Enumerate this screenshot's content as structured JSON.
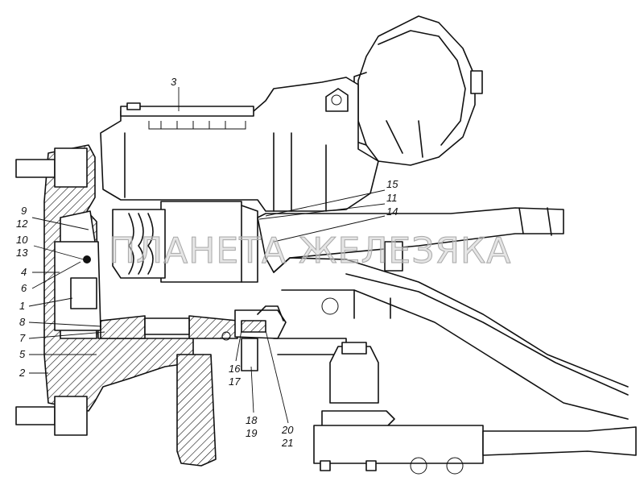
{
  "watermark": "ПЛАНЕТА ЖЕЛЕЗЯКА",
  "callouts": [
    {
      "id": "3",
      "label": "3"
    },
    {
      "id": "15",
      "label": "15"
    },
    {
      "id": "11",
      "label": "11"
    },
    {
      "id": "14",
      "label": "14"
    },
    {
      "id": "9",
      "label": "9"
    },
    {
      "id": "12",
      "label": "12"
    },
    {
      "id": "10",
      "label": "10"
    },
    {
      "id": "13",
      "label": "13"
    },
    {
      "id": "4",
      "label": "4"
    },
    {
      "id": "6",
      "label": "6"
    },
    {
      "id": "1",
      "label": "1"
    },
    {
      "id": "8",
      "label": "8"
    },
    {
      "id": "7",
      "label": "7"
    },
    {
      "id": "5",
      "label": "5"
    },
    {
      "id": "2",
      "label": "2"
    },
    {
      "id": "16",
      "label": "16"
    },
    {
      "id": "17",
      "label": "17"
    },
    {
      "id": "18",
      "label": "18"
    },
    {
      "id": "19",
      "label": "19"
    },
    {
      "id": "20",
      "label": "20"
    },
    {
      "id": "21",
      "label": "21"
    }
  ]
}
